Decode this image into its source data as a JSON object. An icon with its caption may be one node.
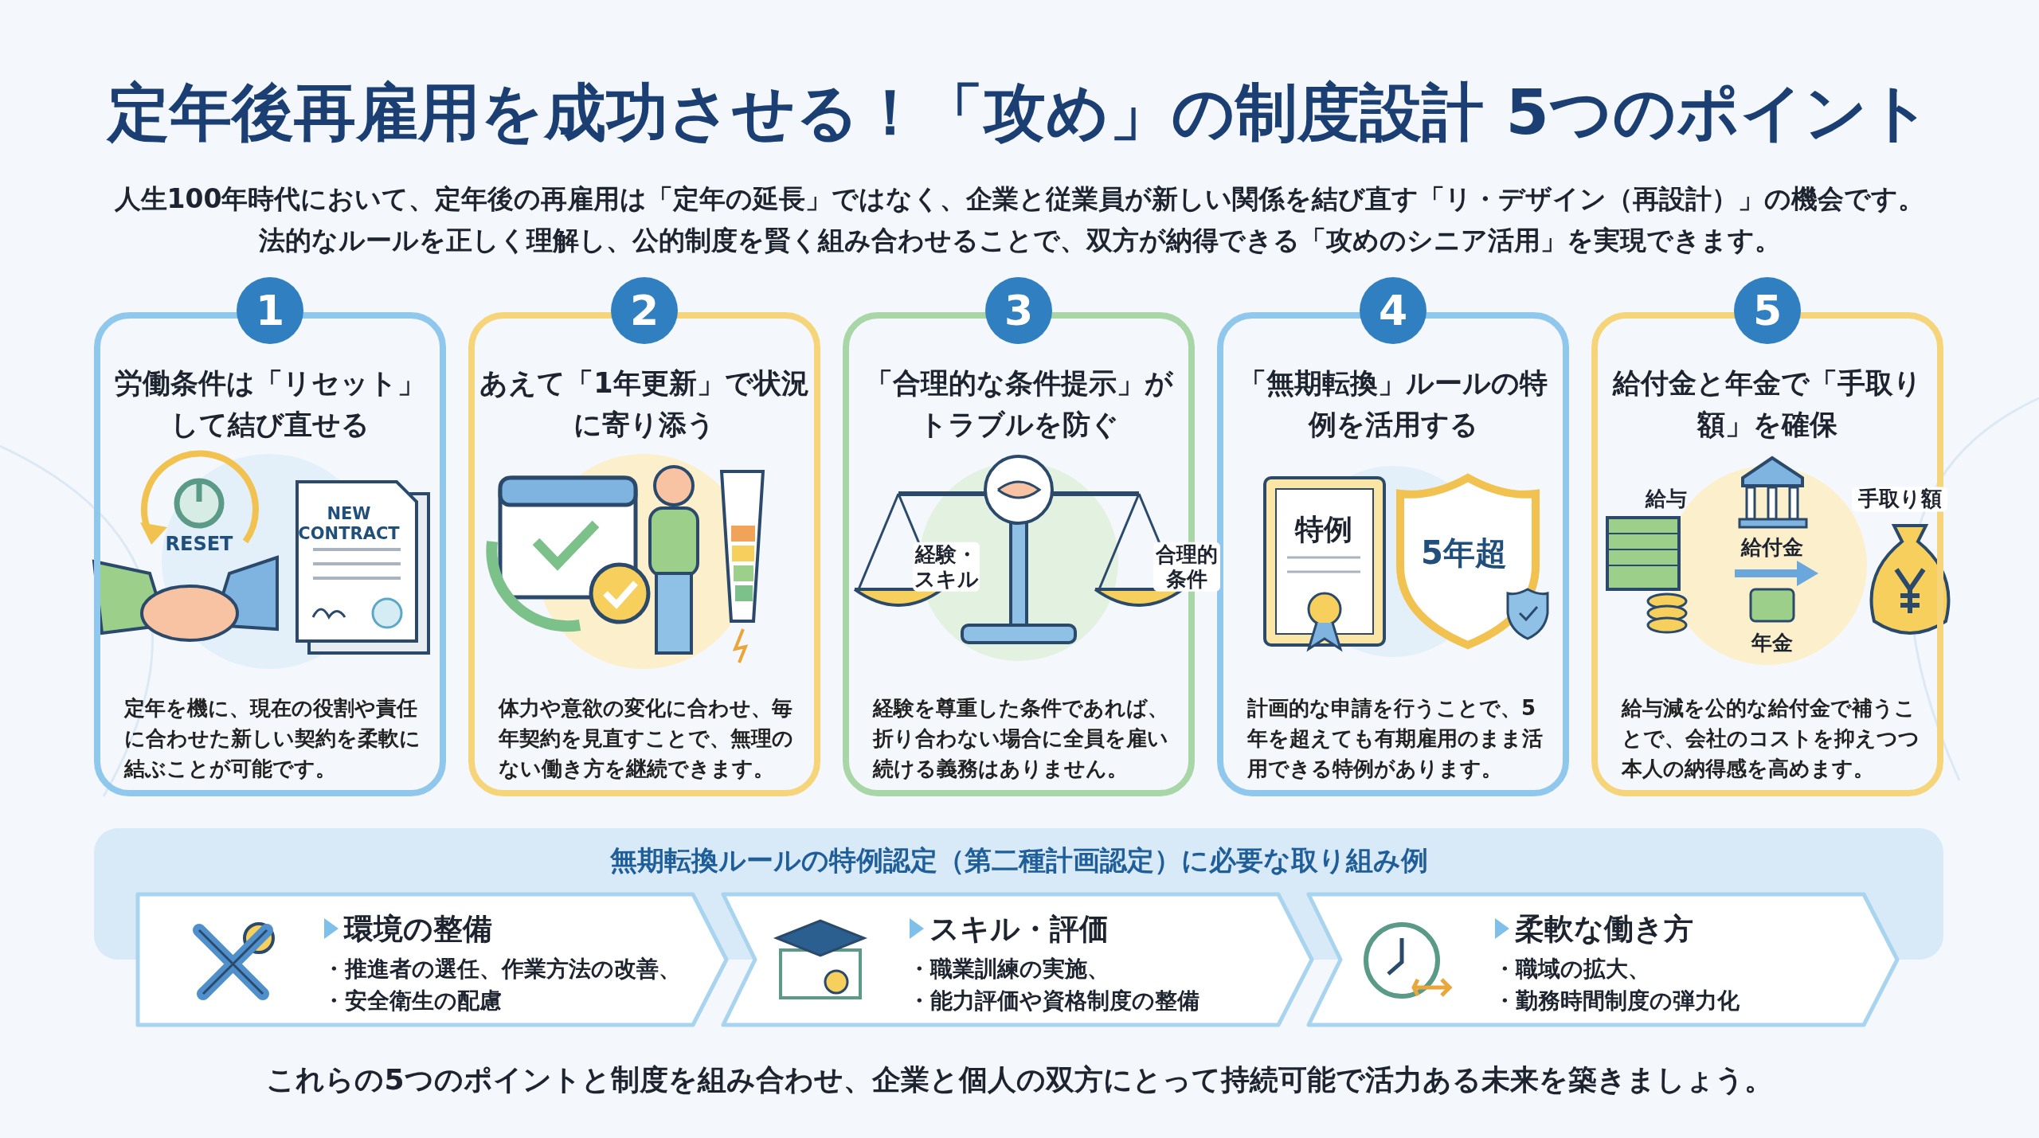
{
  "diagram": {
    "title": "定年後再雇用を成功させる！「攻め」の制度設計 5つのポイント",
    "nodes": [
      {
        "text": [
          "1",
          "労働条件は「リセット」して結び直せる",
          "定年を機に、現在の役割や責任に合わせた新しい契約を柔軟に結ぶことが可能です。"
        ]
      },
      {
        "text": [
          "2",
          "あえて「1年更新」で状況に寄り添う",
          "体力や意欲の変化に合わせ、毎年契約を見直すことで、無理のない働き方を継続できます。"
        ]
      },
      {
        "text": [
          "3",
          "「合理的な条件提示」がトラブルを防ぐ",
          "経験を尊重した条件であれば、折り合わない場合に全員を雇い続ける義務はありません。"
        ]
      },
      {
        "text": [
          "4",
          "「無期転換」ルールの特例を活用する",
          "計画的な申請を行うことで、5年を超えても有期雇用のまま活用できる特例があります。"
        ]
      },
      {
        "text": [
          "5",
          "給付金と年金で「手取り額」を確保",
          "給与減を公的な給付金で補うことで、会社のコストを抑えつつ本人の納得感を高めます。"
        ]
      },
      {
        "text": [
          "無期転換ルールの特例認定（第二種計画認定）に必要な取り組み例"
        ]
      },
      {
        "text": [
          "環境の整備",
          "・推進者の選任、作業方法の改善、",
          "・安全衛生の配慮"
        ]
      },
      {
        "text": [
          "スキル・評価",
          "・職業訓練の実施、",
          "・能力評価や資格制度の整備"
        ]
      },
      {
        "text": [
          "柔軟な働き方",
          "・職域の拡大、",
          "・勤務時間制度の弾力化"
        ]
      }
    ],
    "labels": [
      "人生100年時代において、定年後の再雇用は「定年の延長」ではなく、企業と従業員が新しい関係を結び直す「リ・デザイン（再設計）」の機会です。",
      "法的なルールを正しく理解し、公的制度を賢く組み合わせることで、双方が納得できる「攻めのシニア活用」を実現できます。",
      "RESET",
      "NEW CONTRACT",
      "経験・スキル",
      "合理的条件",
      "特例",
      "5年超",
      "給与",
      "給付金",
      "手取り額",
      "年金",
      "これらの5つのポイントと制度を組み合わせ、企業と個人の双方にとって持続可能で活力ある未来を築きましょう。"
    ]
  }
}
